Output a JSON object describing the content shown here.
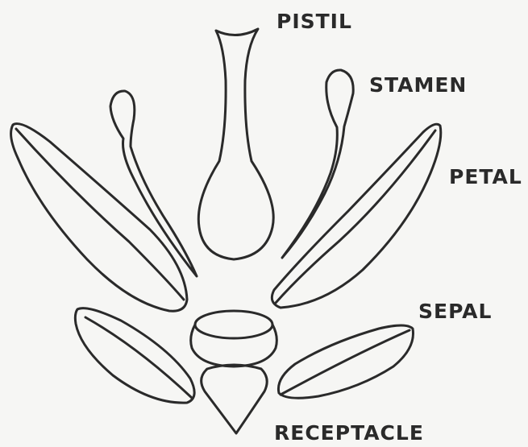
{
  "labels": {
    "pistil": "PISTIL",
    "stamen": "STAMEN",
    "petal": "PETAL",
    "sepal": "SEPAL",
    "receptacle": "RECEPTACLE"
  },
  "colors": {
    "line": "#2a2a2a",
    "background": "#f6f6f4"
  }
}
